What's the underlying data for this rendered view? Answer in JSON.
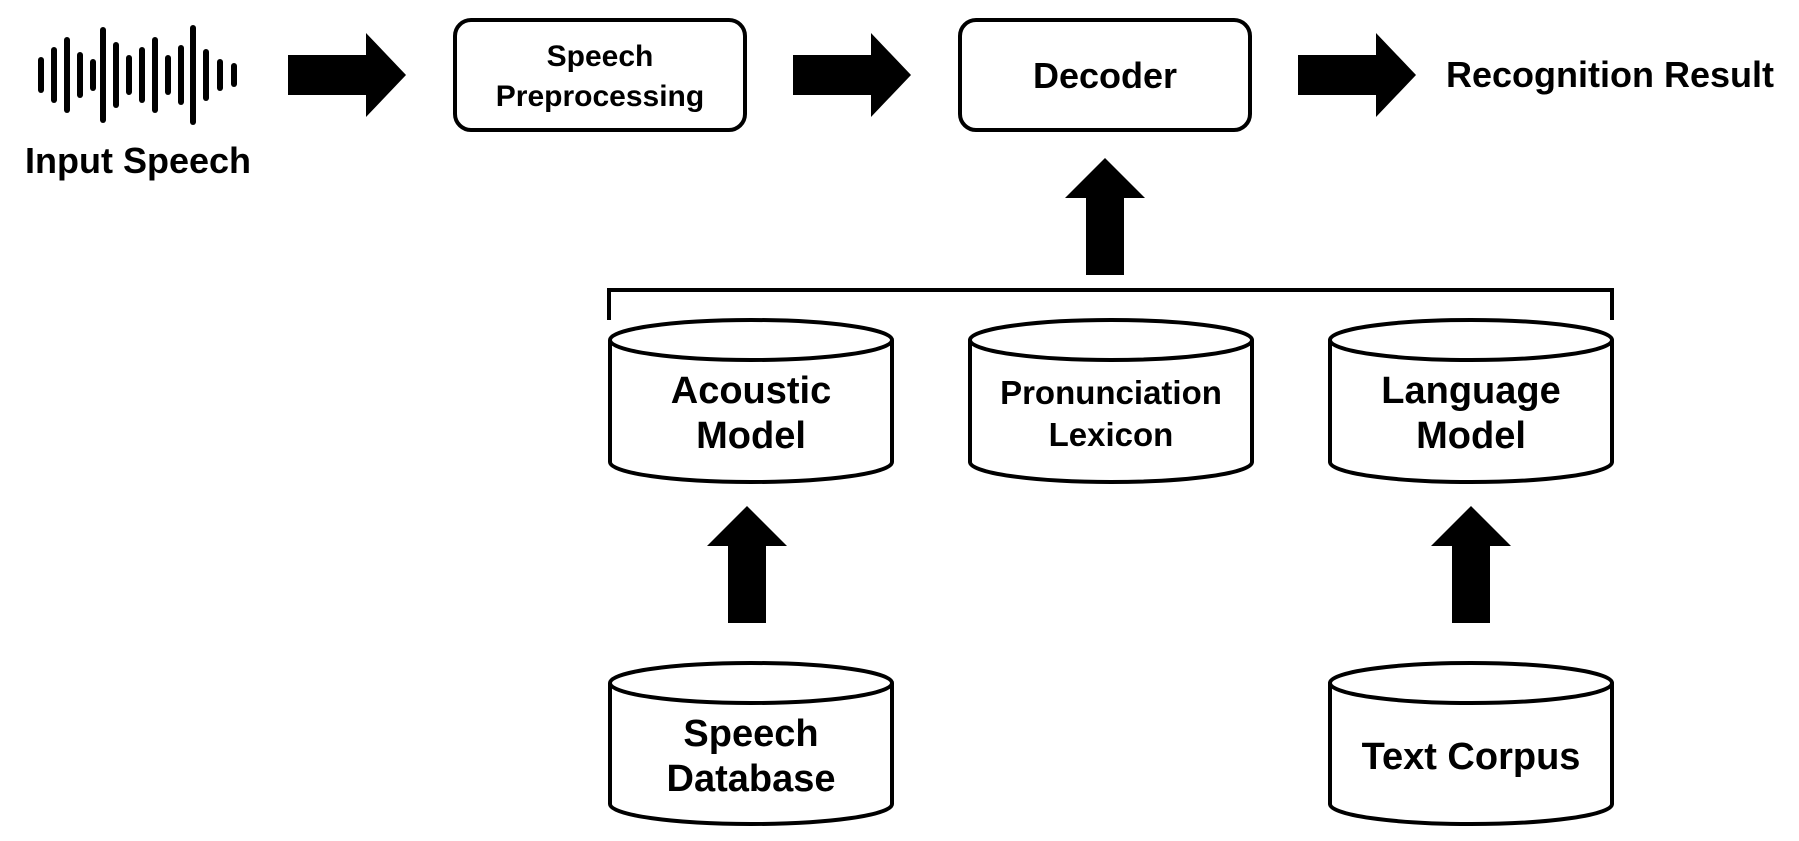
{
  "input": {
    "label": "Input Speech",
    "icon": "waveform-icon"
  },
  "preprocessing": {
    "line1": "Speech",
    "line2": "Preprocessing"
  },
  "decoder": {
    "label": "Decoder"
  },
  "result": {
    "label": "Recognition Result"
  },
  "models": {
    "acoustic": {
      "line1": "Acoustic",
      "line2": "Model"
    },
    "lexicon": {
      "line1": "Pronunciation",
      "line2": "Lexicon"
    },
    "language": {
      "line1": "Language",
      "line2": "Model"
    }
  },
  "sources": {
    "speech_db": {
      "line1": "Speech",
      "line2": "Database"
    },
    "text_corpus": {
      "label": "Text Corpus"
    }
  },
  "colors": {
    "stroke": "#000000",
    "fill": "#ffffff"
  }
}
